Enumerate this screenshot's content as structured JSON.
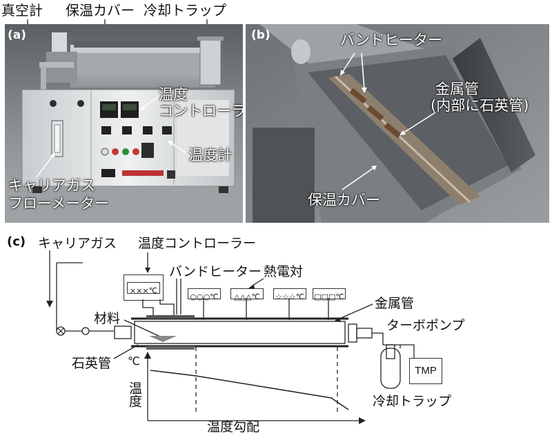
{
  "top_labels": {
    "vacuum_gauge": "真空計",
    "insulation_cover": "保温カバー",
    "cold_trap": "冷却トラップ"
  },
  "panel_a": {
    "letter": "(a)",
    "temp_controller_1": "温度",
    "temp_controller_2": "コントローラー",
    "thermometer": "温度計",
    "carrier_gas_1": "キャリアガス",
    "carrier_gas_2": "フローメーター"
  },
  "panel_b": {
    "letter": "(b)",
    "band_heater": "バンドヒーター",
    "metal_tube_1": "金属管",
    "metal_tube_2": "(内部に石英管)",
    "insulation_cover": "保温カバー"
  },
  "panel_c": {
    "letter": "(c)",
    "carrier_gas": "キャリアガス",
    "temp_controller": "温度コントローラー",
    "band_heater": "バンドヒーター",
    "thermocouple": "熱電対",
    "controller_display": "×××℃",
    "tc_reading_1": "○○○℃",
    "tc_reading_2": "△△△℃",
    "tc_reading_3": "☆☆☆℃",
    "tc_reading_4": "□□□℃",
    "material": "材料",
    "metal_tube": "金属管",
    "quartz_tube": "石英管",
    "turbo_pump": "ターボポンプ",
    "tmp": "TMP",
    "cold_trap": "冷却トラップ",
    "degree_unit": "℃",
    "y_axis_label": "温度",
    "x_axis_label": "温度勾配"
  },
  "colors": {
    "photo_dark": "#3a3d40",
    "equipment_silver": "#b9bcbf",
    "panel_white": "#e6e8ea",
    "text": "#111111",
    "line": "#222222"
  },
  "temperature_profile": {
    "shape": "decreasing",
    "x_positions": [
      "inlet",
      "mid",
      "outlet"
    ],
    "trend": [
      1.0,
      0.75,
      0.2
    ]
  }
}
